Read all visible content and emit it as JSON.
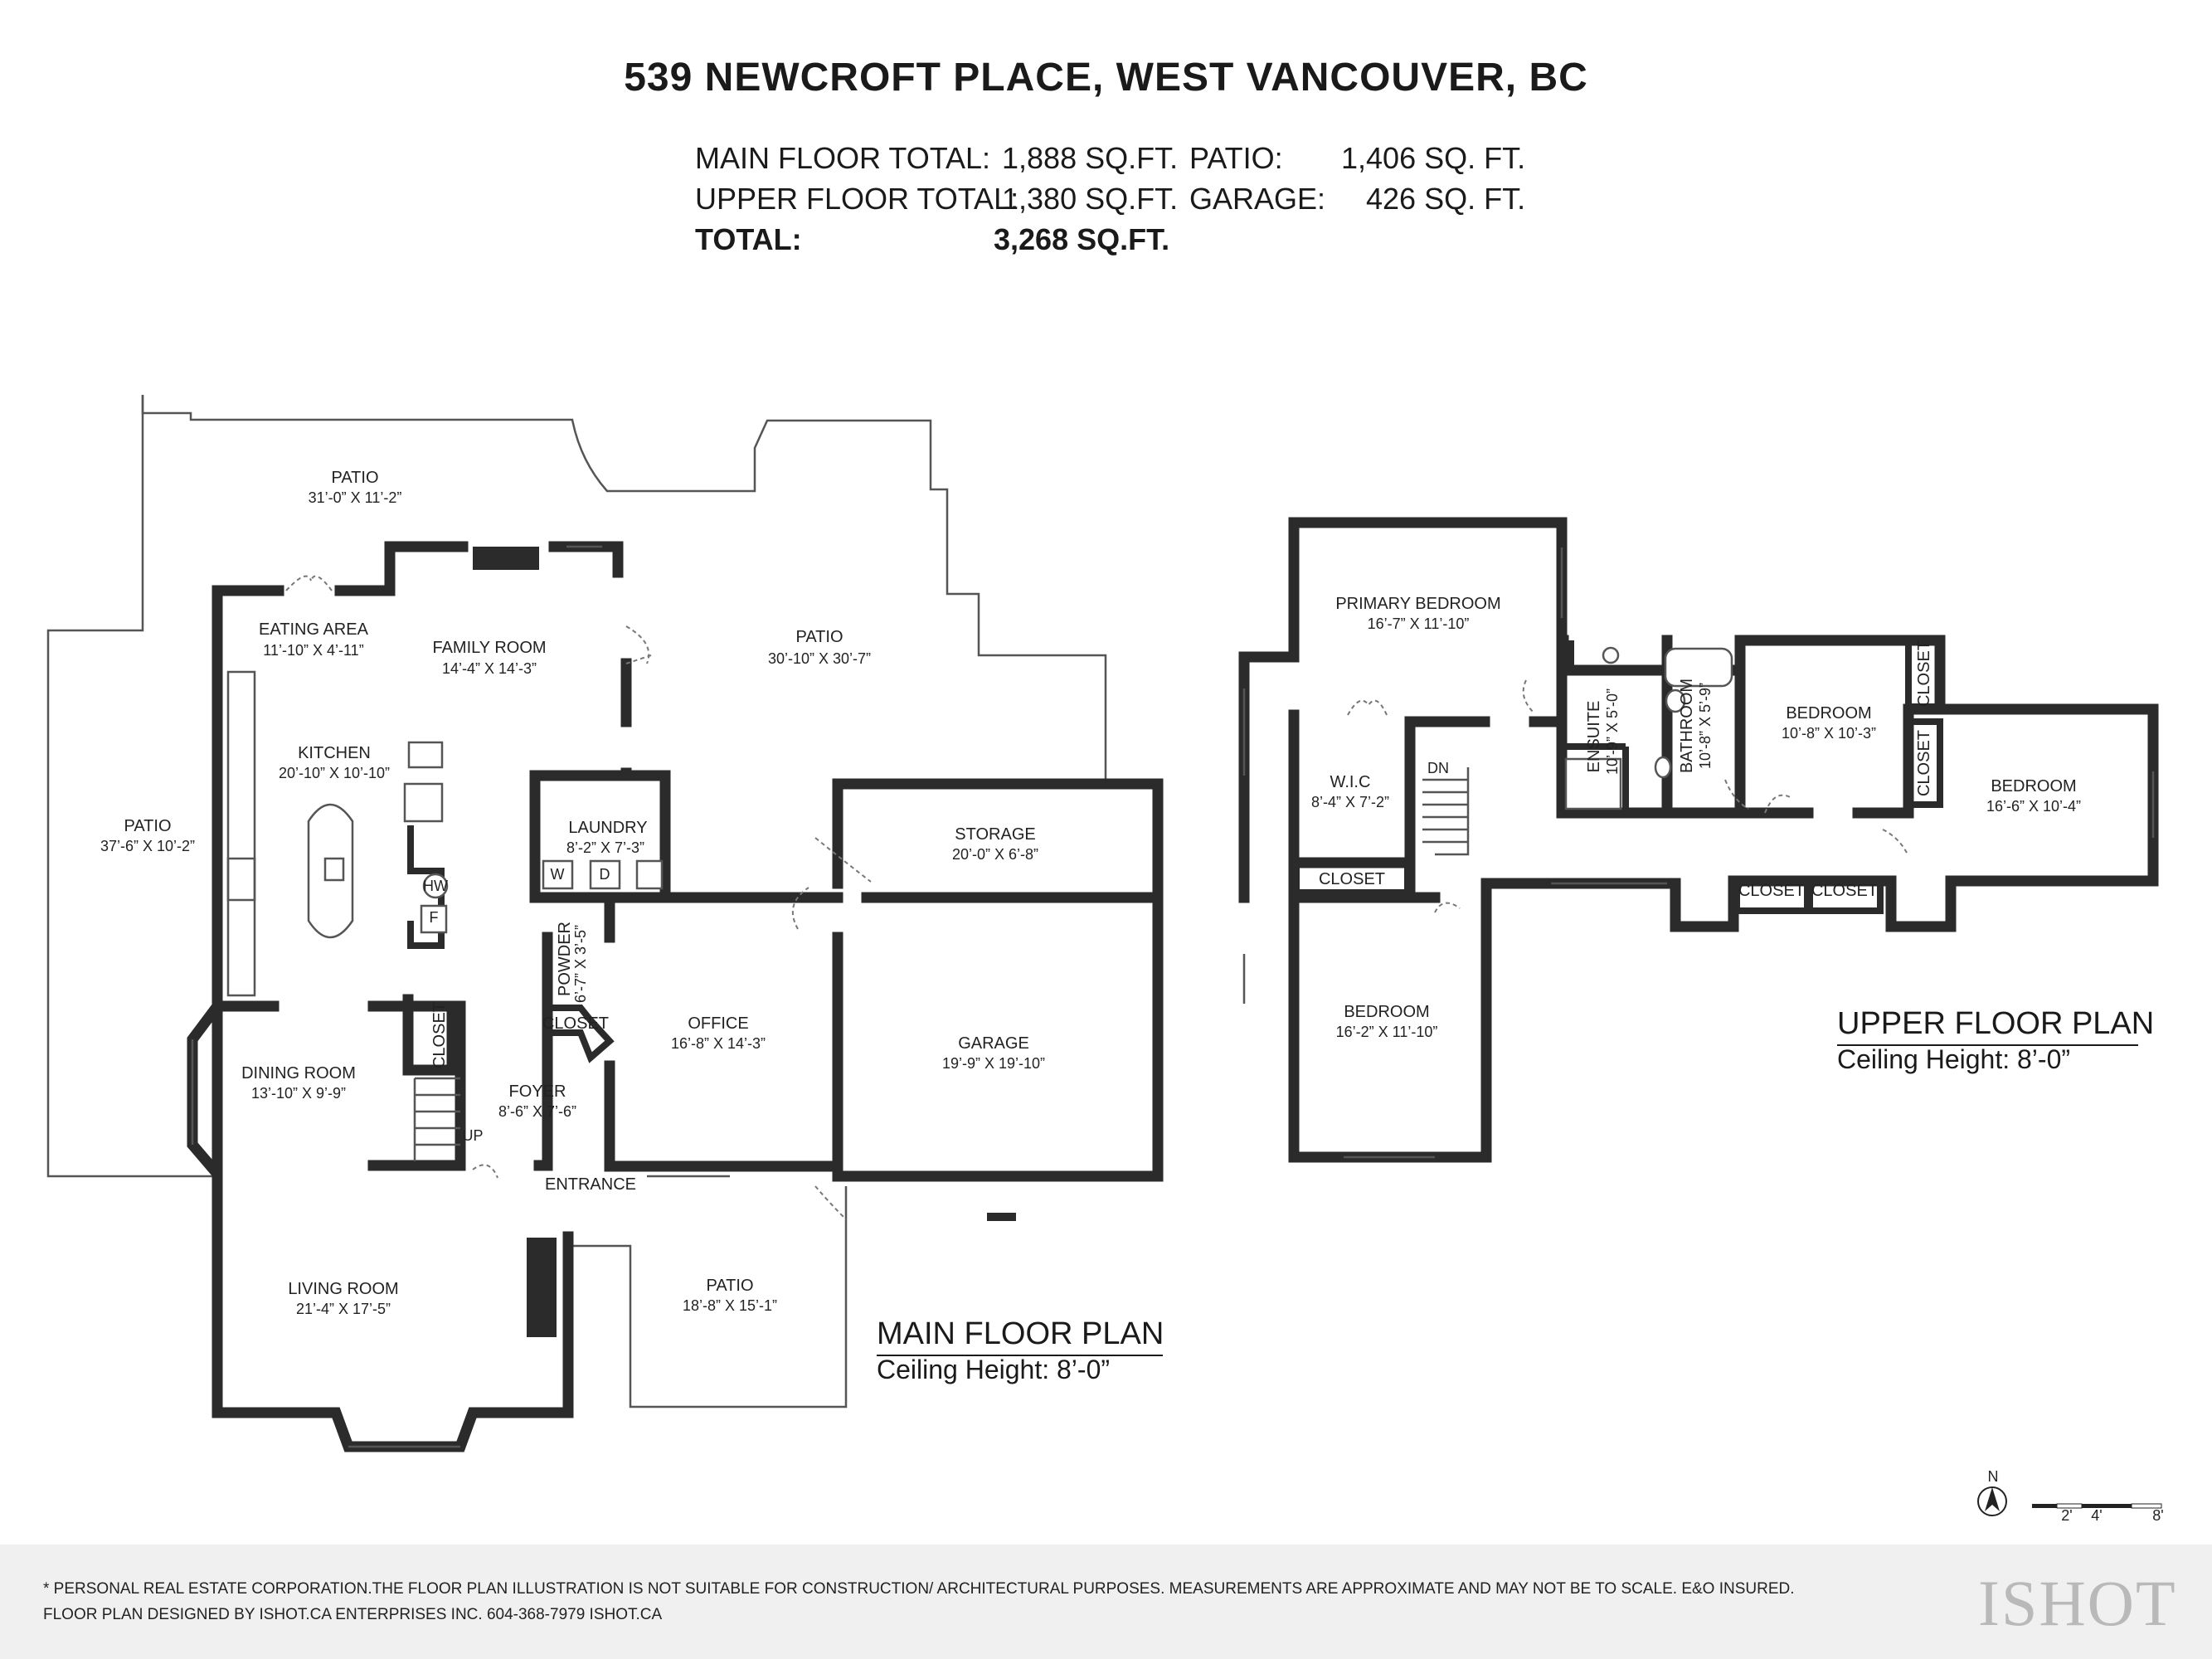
{
  "header": {
    "title": "539 NEWCROFT PLACE, WEST VANCOUVER, BC",
    "rows": [
      {
        "label": "MAIN FLOOR TOTAL:",
        "value": "1,888 SQ.FT.",
        "label2": "PATIO:",
        "value2": "1,406 SQ. FT."
      },
      {
        "label": "UPPER FLOOR TOTAL:",
        "value": "1,380 SQ.FT.",
        "label2": "GARAGE:",
        "value2": "426 SQ. FT."
      },
      {
        "label": "TOTAL:",
        "value": "3,268 SQ.FT."
      }
    ]
  },
  "main_floor": {
    "title": "MAIN FLOOR PLAN",
    "ceiling": "Ceiling Height: 8’-0”",
    "rooms": [
      {
        "name": "PATIO",
        "dim": "31’-0” X 11’-2”"
      },
      {
        "name": "PATIO",
        "dim": "30’-10” X 30’-7”"
      },
      {
        "name": "PATIO",
        "dim": "37’-6” X 10’-2”"
      },
      {
        "name": "EATING AREA",
        "dim": "11’-10” X 4’-11”"
      },
      {
        "name": "FAMILY ROOM",
        "dim": "14’-4” X 14’-3”"
      },
      {
        "name": "KITCHEN",
        "dim": "20’-10” X 10’-10”"
      },
      {
        "name": "LAUNDRY",
        "dim": "8’-2” X 7’-3”"
      },
      {
        "name": "STORAGE",
        "dim": "20’-0” X 6’-8”"
      },
      {
        "name": "POWDER",
        "dim": "6’-7” X 3’-5”"
      },
      {
        "name": "OFFICE",
        "dim": "16’-8” X 14’-3”"
      },
      {
        "name": "GARAGE",
        "dim": "19’-9” X 19’-10”"
      },
      {
        "name": "DINING ROOM",
        "dim": "13’-10” X 9’-9”"
      },
      {
        "name": "FOYER",
        "dim": "8’-6” X 7’-6”"
      },
      {
        "name": "LIVING ROOM",
        "dim": "21’-4” X 17’-5”"
      },
      {
        "name": "PATIO",
        "dim": "18’-8” X 15’-1”"
      }
    ],
    "tags": {
      "closet_a": "CLOSET",
      "closet_b": "CLOSET",
      "entrance": "ENTRANCE",
      "up": "UP",
      "hw": "HW",
      "f": "F",
      "w": "W",
      "d": "D"
    }
  },
  "upper_floor": {
    "title": "UPPER FLOOR PLAN",
    "ceiling": "Ceiling Height: 8’-0”",
    "rooms": [
      {
        "name": "PRIMARY BEDROOM",
        "dim": "16’-7” X 11’-10”"
      },
      {
        "name": "ENSUITE",
        "dim": "10’-9” X 5’-0”"
      },
      {
        "name": "BATHROOM",
        "dim": "10’-8” X 5’-9”"
      },
      {
        "name": "BEDROOM",
        "dim": "10’-8” X 10’-3”"
      },
      {
        "name": "BEDROOM",
        "dim": "16’-6” X 10’-4”"
      },
      {
        "name": "W.I.C",
        "dim": "8’-4” X 7’-2”"
      },
      {
        "name": "BEDROOM",
        "dim": "16’-2” X 11’-10”"
      }
    ],
    "tags": {
      "closets": [
        "CLOSET",
        "CLOSET",
        "CLOSET",
        "CLOSET",
        "CLOSET"
      ],
      "dn": "DN"
    }
  },
  "scale": {
    "north": "N",
    "ticks": [
      "2'",
      "4'",
      "8'"
    ]
  },
  "footer": {
    "line1": "* PERSONAL REAL ESTATE CORPORATION.THE FLOOR PLAN ILLUSTRATION IS NOT SUITABLE FOR CONSTRUCTION/ ARCHITECTURAL PURPOSES. MEASUREMENTS ARE APPROXIMATE AND MAY NOT BE TO SCALE. E&O INSURED.",
    "line2": "FLOOR PLAN DESIGNED BY ISHOT.CA ENTERPRISES INC. 604-368-7979  ISHOT.CA",
    "logo": "ISHOT"
  }
}
